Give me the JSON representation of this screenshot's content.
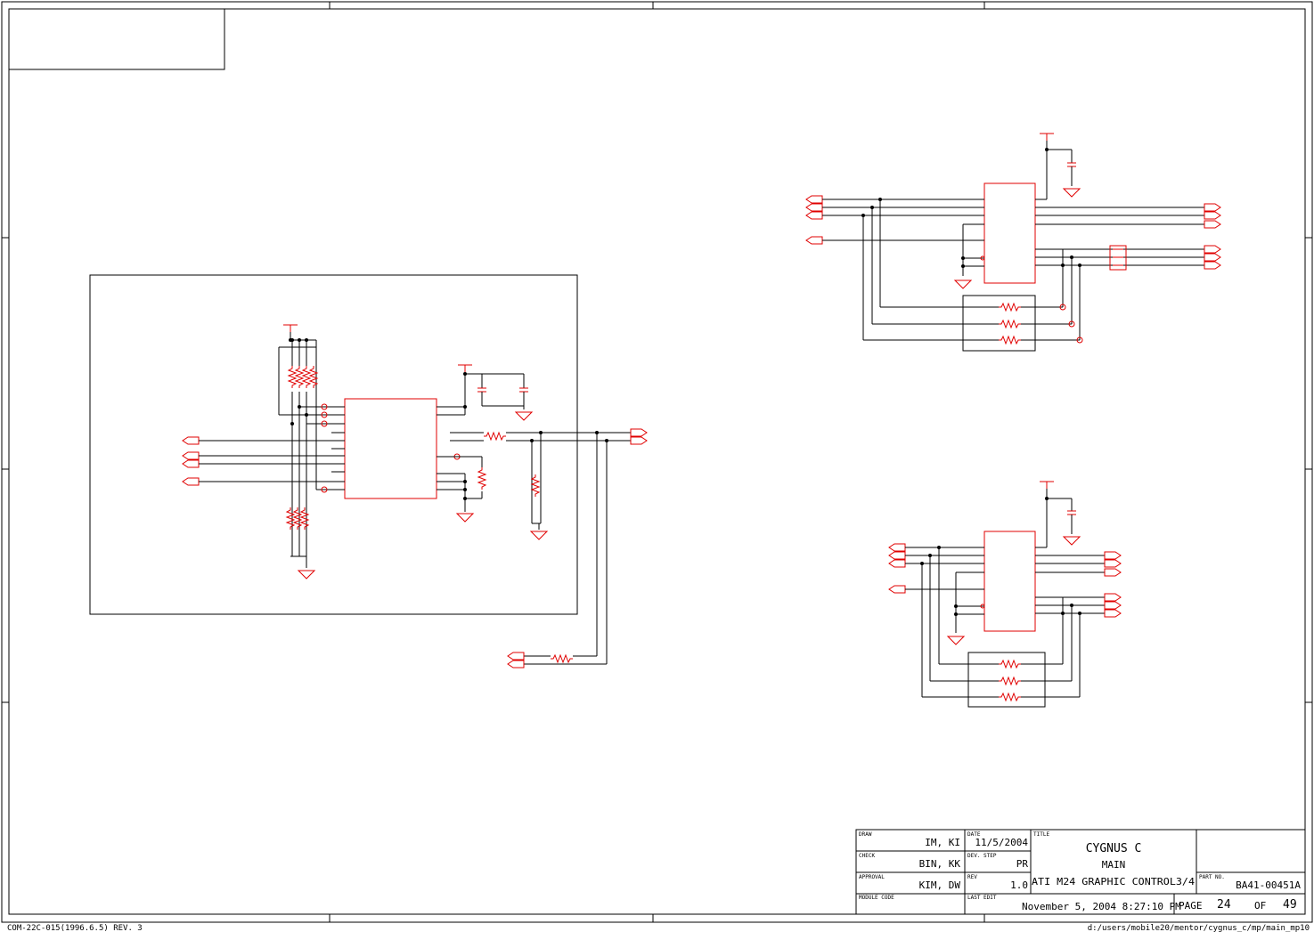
{
  "title_block": {
    "draw_label": "DRAW",
    "draw_value": "IM, KI",
    "check_label": "CHECK",
    "check_value": "BIN, KK",
    "approval_label": "APPROVAL",
    "approval_value": "KIM, DW",
    "module_code_label": "MODULE CODE",
    "date_label": "DATE",
    "date_value": "11/5/2004",
    "dev_step_label": "DEV. STEP",
    "dev_step_value": "PR",
    "rev_label": "REV",
    "rev_value": "1.0",
    "last_edit_label": "LAST EDIT",
    "last_edit_value": "November 5, 2004  8:27:10 PM",
    "title_label": "TITLE",
    "title_line1": "CYGNUS C",
    "title_line2": "MAIN",
    "title_line3": "ATI M24 GRAPHIC CONTROL3/4",
    "part_no_label": "PART NO.",
    "part_no_value": "BA41-00451A",
    "page_label": "PAGE",
    "page_value": "24",
    "of_label": "OF",
    "total_pages": "49"
  },
  "footer": {
    "form_code": "COM-22C-015(1996.6.5) REV. 3",
    "file_path": "d:/users/mobile20/mentor/cygnus_c/mp/main_mp10"
  },
  "colors": {
    "component": "#e00000",
    "wire": "#000000"
  }
}
